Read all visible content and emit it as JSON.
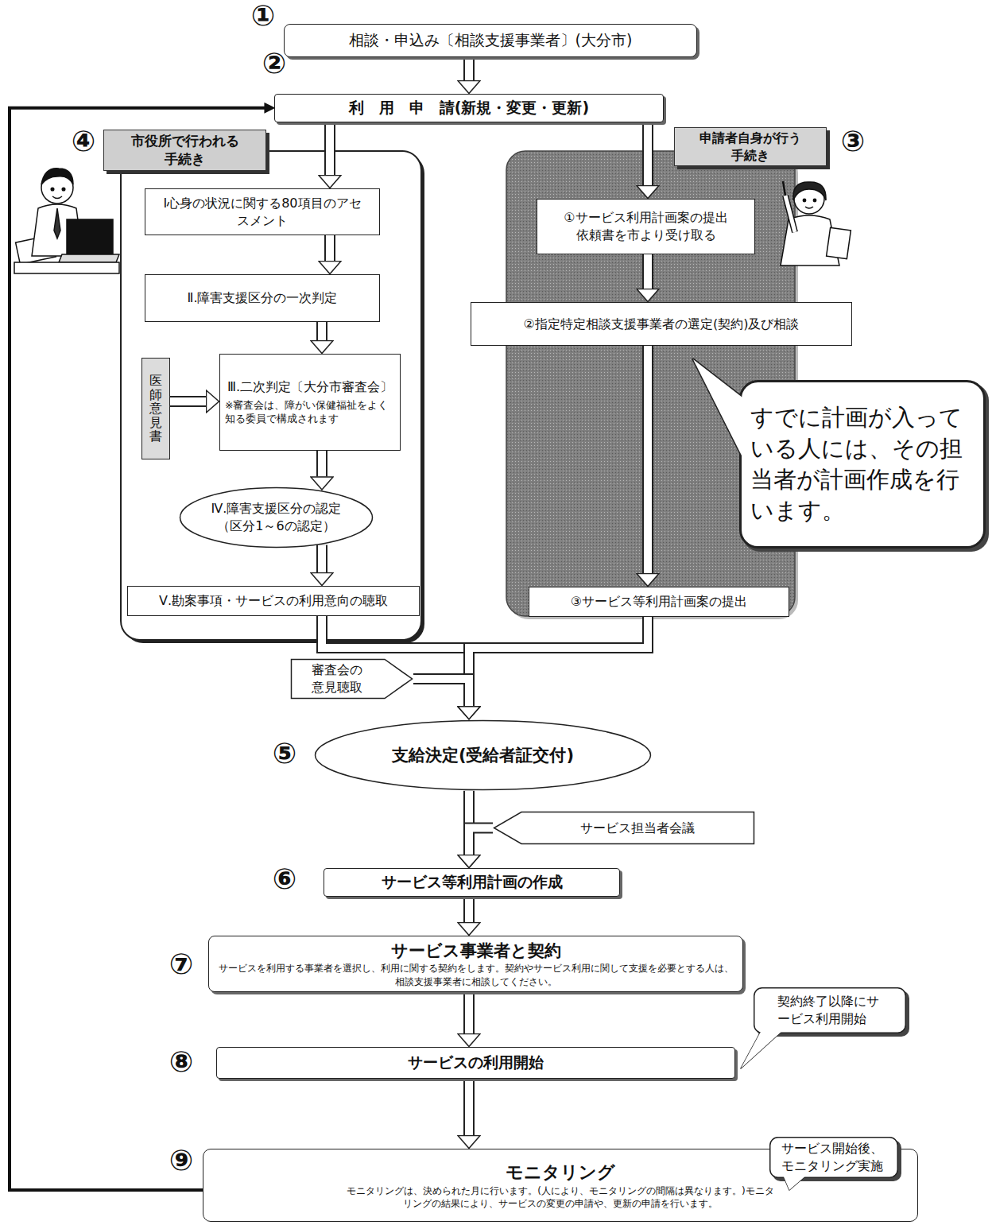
{
  "diagram": {
    "nodes": [
      {
        "text": [
          "相談・申込み〔相談支援事業者〕(大分市)"
        ]
      },
      {
        "text": [
          "利　用　申　請(新規・変更・更新)"
        ]
      },
      {
        "text": [
          "市役所で行われる手続き"
        ]
      },
      {
        "text": [
          "Ⅰ心身の状況に関する80項目のアセスメント"
        ],
        "in": 2
      },
      {
        "text": [
          "Ⅱ.障害支援区分の一次判定"
        ],
        "in": 2
      },
      {
        "text": [
          "医師意見書"
        ],
        "in": 2
      },
      {
        "text": [
          "Ⅲ.二次判定〔大分市審査会〕",
          "※審査会は、障がい保健福祉をよく知る委員で構成されます"
        ],
        "in": 2
      },
      {
        "text": [
          "Ⅳ.障害支援区分の認定（区分1～6の認定）"
        ],
        "in": 2
      },
      {
        "text": [
          "Ⅴ.勘案事項・サービスの利用意向の聴取"
        ],
        "in": 2
      },
      {
        "text": [
          "申請者自身が行う手続き"
        ]
      },
      {
        "text": [
          "①サービス利用計画案の提出依頼書を市より受け取る"
        ],
        "in": 9
      },
      {
        "text": [
          "②指定特定相談支援事業者の選定(契約)及び相談"
        ],
        "in": 9
      },
      {
        "text": [
          "すでに計画が入っている人には、その担当者が計画作成を行います。"
        ]
      },
      {
        "text": [
          "③サービス等利用計画案の提出"
        ],
        "in": 9
      },
      {
        "text": [
          "審査会の意見聴取"
        ]
      },
      {
        "text": [
          "支給決定(受給者証交付)"
        ]
      },
      {
        "text": [
          "サービス担当者会議"
        ]
      },
      {
        "text": [
          "サービス等利用計画の作成"
        ]
      },
      {
        "text": [
          "サービス事業者と契約",
          "サービスを利用する事業者を選択し、利用に関する契約をします。契約やサービス利用に関して支援を必要とする人は、相談支援事業者に相談してください。"
        ]
      },
      {
        "text": [
          "契約終了以降にサービス利用開始"
        ]
      },
      {
        "text": [
          "サービスの利用開始"
        ]
      },
      {
        "text": [
          "サービス開始後、モニタリング実施"
        ]
      },
      {
        "text": [
          "モニタリング",
          "モニタリングは、決められた月に行います。(人により、モニタリングの間隔は異なります。)モニタリングの結果により、サービスの変更の申請や、更新の申請を行います。"
        ]
      }
    ],
    "edges": [
      {
        "from": 0,
        "to": 1,
        "arrow": "to"
      },
      {
        "from": 1,
        "to": 3,
        "arrow": "to"
      },
      {
        "from": 1,
        "to": 10,
        "arrow": "to"
      },
      {
        "from": 3,
        "to": 4,
        "arrow": "to"
      },
      {
        "from": 4,
        "to": 6,
        "arrow": "to"
      },
      {
        "from": 5,
        "to": 6,
        "arrow": "to"
      },
      {
        "from": 6,
        "to": 7,
        "arrow": "to"
      },
      {
        "from": 7,
        "to": 8,
        "arrow": "to"
      },
      {
        "from": 10,
        "to": 11,
        "arrow": "to"
      },
      {
        "from": 11,
        "to": 13,
        "arrow": "to"
      },
      {
        "from": 8,
        "to": 15,
        "arrow": "to"
      },
      {
        "from": 13,
        "to": 15,
        "arrow": "to"
      },
      {
        "from": 14,
        "to": 15,
        "arrow": "to"
      },
      {
        "from": 15,
        "to": 17,
        "arrow": "to"
      },
      {
        "from": 16,
        "to": 17,
        "arrow": "to"
      },
      {
        "from": 17,
        "to": 18,
        "arrow": "to"
      },
      {
        "from": 18,
        "to": 20,
        "arrow": "to"
      },
      {
        "from": 20,
        "to": 22,
        "arrow": "to"
      },
      {
        "from": 22,
        "to": 1,
        "arrow": "to"
      }
    ],
    "labels": [
      "①",
      "②",
      "③",
      "④",
      "⑤",
      "⑥",
      "⑦",
      "⑧",
      "⑨"
    ]
  }
}
